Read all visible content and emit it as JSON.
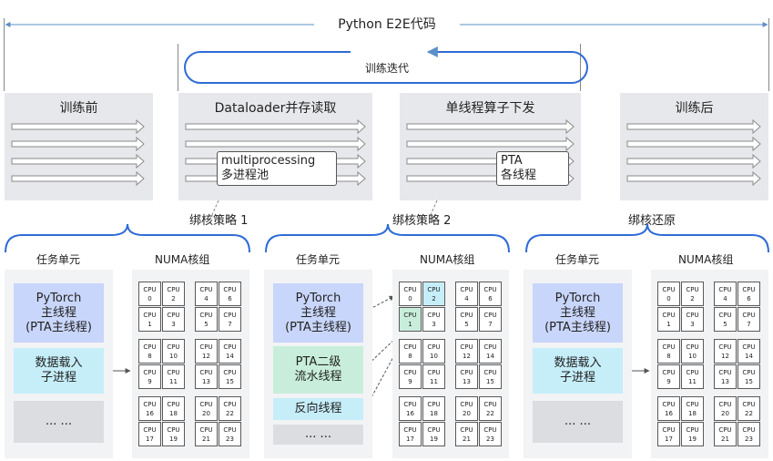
{
  "header": {
    "title": "Python E2E代码"
  },
  "loop": {
    "label": "训练迭代"
  },
  "phases": [
    {
      "title": "训练前"
    },
    {
      "title": "Dataloader并存读取",
      "popup": "multiprocessing\n多进程池"
    },
    {
      "title": "单线程算子下发",
      "popup": "PTA\n各线程"
    },
    {
      "title": "训练后"
    }
  ],
  "strategies": [
    {
      "label": "绑核策略 1",
      "task_header": "任务单元",
      "numa_header": "NUMA核组",
      "tasks": [
        "PyTorch\n主线程\n(PTA主线程)",
        "数据载入\n子进程",
        "... ..."
      ]
    },
    {
      "label": "绑核策略 2",
      "task_header": "任务单元",
      "numa_header": "NUMA核组",
      "tasks": [
        "PyTorch\n主线程\n(PTA主线程)",
        "PTA二级\n流水线程",
        "反向线程",
        "... ..."
      ]
    },
    {
      "label": "绑核还原",
      "task_header": "任务单元",
      "numa_header": "NUMA核组",
      "tasks": [
        "PyTorch\n主线程\n(PTA主线程)",
        "数据载入\n子进程",
        "... ..."
      ]
    }
  ],
  "cpu_prefix": "CPU",
  "cpu_numbers": [
    "0",
    "1",
    "2",
    "3",
    "4",
    "5",
    "6",
    "7",
    "8",
    "9",
    "10",
    "11",
    "12",
    "13",
    "14",
    "15",
    "16",
    "17",
    "18",
    "19",
    "20",
    "21",
    "22",
    "23"
  ],
  "colors": {
    "blue_task": "#c9d6fb",
    "cyan_task": "#c6eef9",
    "green_task": "#c8eedb",
    "brace": "#2f6bd6"
  }
}
